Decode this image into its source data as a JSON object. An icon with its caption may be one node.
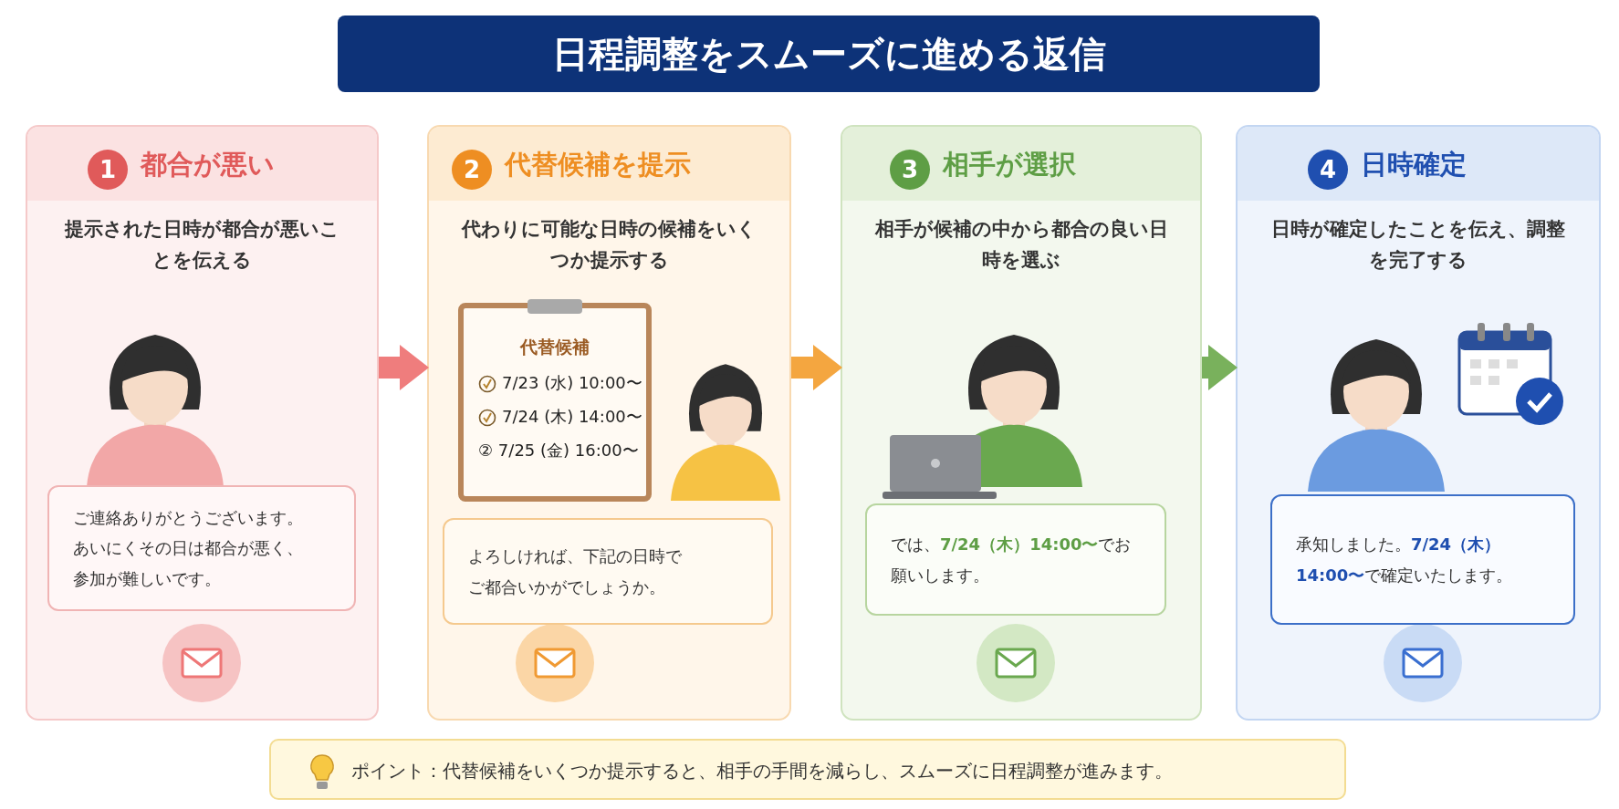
{
  "diagram": {
    "title": "日程調整をスムーズに進める返信",
    "nodes": [
      {
        "text": [
          "都合が悪い",
          "提示された日時が都合が悪いことを伝える"
        ]
      },
      {
        "text": [
          "1"
        ],
        "in": 0
      },
      {
        "text": [
          "ご連絡ありがとうございます。あいにくその日は都合が悪く、参加が難しいです。"
        ],
        "in": 0
      },
      {
        "text": [
          "代替候補を提示",
          "代わりに可能な日時の候補をいくつか提示する"
        ]
      },
      {
        "text": [
          "2"
        ],
        "in": 3
      },
      {
        "text": [
          "代替候補",
          "7/23 (水) 10:00〜",
          "7/24 (木) 14:00〜",
          "② 7/25 (金) 16:00〜"
        ],
        "in": 3
      },
      {
        "text": [
          "よろしければ、下記の日時でご都合いかがでしょうか。"
        ],
        "in": 3
      },
      {
        "text": [
          "相手が選択",
          "相手が候補の中から都合の良い日時を選ぶ"
        ]
      },
      {
        "text": [
          "3"
        ],
        "in": 7
      },
      {
        "text": [
          "では、**7/24（木）14:00〜**でお願いします。"
        ],
        "in": 7
      },
      {
        "text": [
          "日時確定",
          "日時が確定したことを伝え、調整を完了する"
        ]
      },
      {
        "text": [
          "4"
        ],
        "in": 10
      },
      {
        "text": [
          "承知しました。**7/24（木）14:00〜**で確定いたします。"
        ],
        "in": 10
      },
      {
        "text": [
          "ポイント：代替候補をいくつか提示すると、相手の手間を減らし、スムーズに日程調整が進みます。"
        ]
      }
    ],
    "edges": [
      {
        "from": 0,
        "to": 3,
        "arrow": "to",
        "color": "#ef7d7d"
      },
      {
        "from": 3,
        "to": 7,
        "arrow": "to",
        "color": "#f4a640"
      },
      {
        "from": 7,
        "to": 10,
        "arrow": "to",
        "color": "#79b15c"
      }
    ]
  }
}
